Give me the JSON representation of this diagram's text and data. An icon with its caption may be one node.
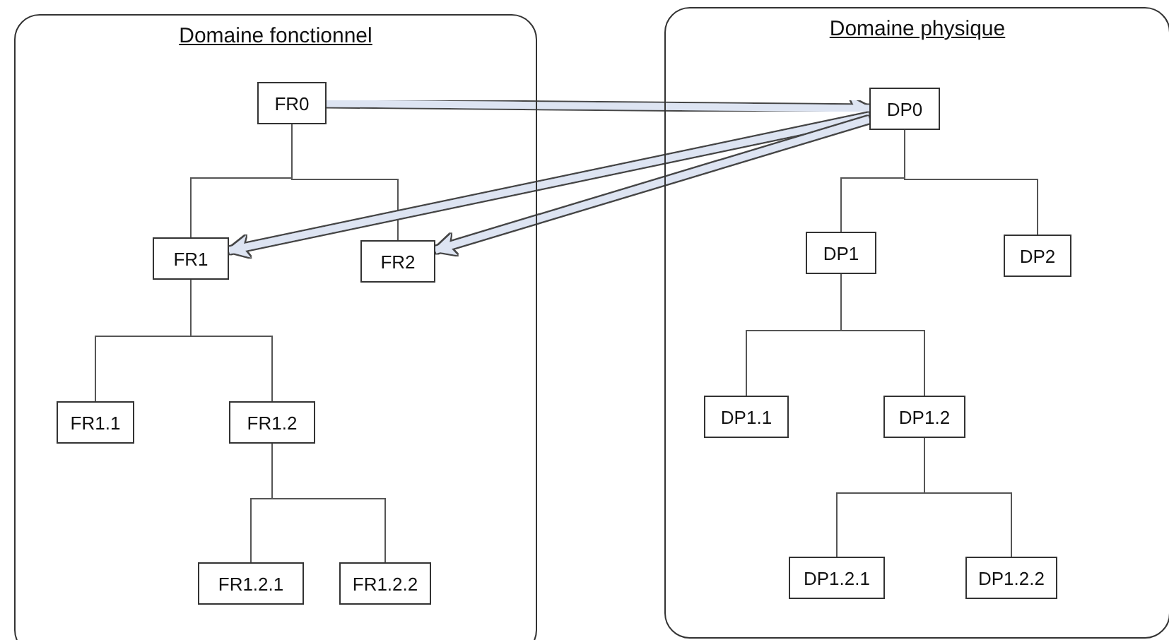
{
  "diagram": {
    "nodes": [
      {
        "text": [
          "Domaine fonctionnel"
        ]
      },
      {
        "text": [
          "FR0"
        ],
        "in": 0
      },
      {
        "text": [
          "FR1"
        ],
        "in": 0
      },
      {
        "text": [
          "FR2"
        ],
        "in": 0
      },
      {
        "text": [
          "FR1.1"
        ],
        "in": 0
      },
      {
        "text": [
          "FR1.2"
        ],
        "in": 0
      },
      {
        "text": [
          "FR1.2.1"
        ],
        "in": 0
      },
      {
        "text": [
          "FR1.2.2"
        ],
        "in": 0
      },
      {
        "text": [
          "Domaine physique"
        ]
      },
      {
        "text": [
          "DP0"
        ],
        "in": 8
      },
      {
        "text": [
          "DP1"
        ],
        "in": 8
      },
      {
        "text": [
          "DP2"
        ],
        "in": 8
      },
      {
        "text": [
          "DP1.1"
        ],
        "in": 8
      },
      {
        "text": [
          "DP1.2"
        ],
        "in": 8
      },
      {
        "text": [
          "DP1.2.1"
        ],
        "in": 8
      },
      {
        "text": [
          "DP1.2.2"
        ],
        "in": 8
      }
    ],
    "edges": [
      {
        "from": 1,
        "to": 2,
        "arrow": "none"
      },
      {
        "from": 1,
        "to": 3,
        "arrow": "none"
      },
      {
        "from": 2,
        "to": 4,
        "arrow": "none"
      },
      {
        "from": 2,
        "to": 5,
        "arrow": "none"
      },
      {
        "from": 5,
        "to": 6,
        "arrow": "none"
      },
      {
        "from": 5,
        "to": 7,
        "arrow": "none"
      },
      {
        "from": 9,
        "to": 10,
        "arrow": "none"
      },
      {
        "from": 9,
        "to": 11,
        "arrow": "none"
      },
      {
        "from": 10,
        "to": 12,
        "arrow": "none"
      },
      {
        "from": 10,
        "to": 13,
        "arrow": "none"
      },
      {
        "from": 13,
        "to": 14,
        "arrow": "none"
      },
      {
        "from": 13,
        "to": 15,
        "arrow": "none"
      },
      {
        "from": 1,
        "to": 9,
        "arrow": "to",
        "style": "thick",
        "color": "#dde4f2"
      },
      {
        "from": 9,
        "to": 2,
        "arrow": "to",
        "style": "thick",
        "color": "#dde4f2"
      },
      {
        "from": 9,
        "to": 3,
        "arrow": "to",
        "style": "thick",
        "color": "#dde4f2"
      }
    ]
  }
}
